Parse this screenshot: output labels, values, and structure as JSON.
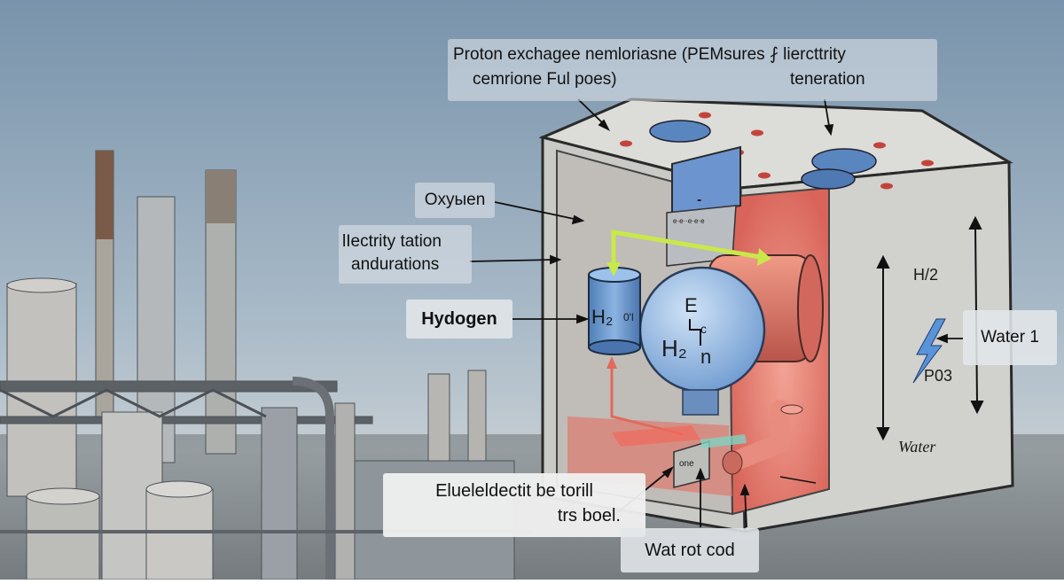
{
  "labels": {
    "title_line1": "Proton exchagee nemloriasne (PEMsures ⨏ liercttrity",
    "title_line2a": "cemrione Ful poes)",
    "title_line2b": "teneration",
    "oxygen": "Oxyыen",
    "electricity_line1": "lIectrity tation",
    "electricity_line2": "andurations",
    "hydogen": "Hydogen",
    "water_1": "Water 1",
    "bottom_line1": "Elueleldectit be torill",
    "bottom_line2": "trs boel.",
    "wat_rot_cod": "Wat rot cod"
  },
  "cell_marks": {
    "tank_h2": "H₂",
    "tank_sub": "0'l",
    "drum_h2": "H₂",
    "drum_top": "E",
    "drum_c": "c",
    "drum_n": "n",
    "side_h2": "H/2",
    "side_p": "P03",
    "side_water": "Water",
    "vent_code": "e·e··e·e·e",
    "box_code": "one",
    "vent_sign": "-"
  },
  "colors": {
    "sky_top": "#7f98b0",
    "box_face": "#c9c9c7",
    "interior_red": "#e47f6f",
    "tank_blue": "#7aa6d8",
    "arrow_green": "#c9e84a"
  }
}
